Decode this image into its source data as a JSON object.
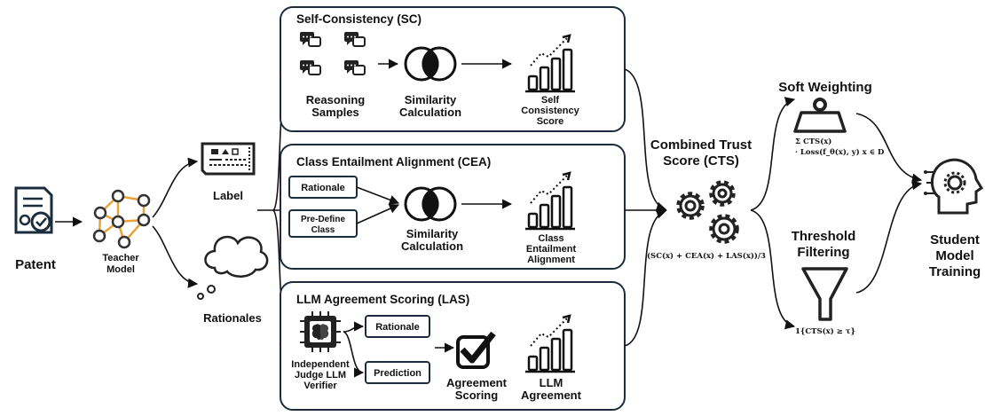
{
  "left": {
    "patent": "Patent",
    "teacher_l1": "Teacher",
    "teacher_l2": "Model",
    "label": "Label",
    "rationales": "Rationales"
  },
  "sc": {
    "title": "Self-Consistency (SC)",
    "samples_l1": "Reasoning",
    "samples_l2": "Samples",
    "sim_l1": "Similarity",
    "sim_l2": "Calculation",
    "score_l1": "Self",
    "score_l2": "Consistency",
    "score_l3": "Score"
  },
  "cea": {
    "title": "Class Entailment Alignment (CEA)",
    "rationale": "Rationale",
    "predef_l1": "Pre-Define",
    "predef_l2": "Class",
    "sim_l1": "Similarity",
    "sim_l2": "Calculation",
    "score_l1": "Class",
    "score_l2": "Entailment",
    "score_l3": "Alignment"
  },
  "las": {
    "title": "LLM Agreement Scoring (LAS)",
    "rationale": "Rationale",
    "prediction": "Prediction",
    "judge_l1": "Independent",
    "judge_l2": "Judge LLM",
    "judge_l3": "Verifier",
    "agree_l1": "Agreement",
    "agree_l2": "Scoring",
    "llm_l1": "LLM",
    "llm_l2": "Agreement"
  },
  "cts": {
    "title_l1": "Combined Trust",
    "title_l2": "Score (CTS)",
    "formula": "(SC(x) + CEA(x) + LAS(x))/3"
  },
  "soft": {
    "title": "Soft Weighting",
    "formula_l1": "Σ CTS(x)",
    "formula_l2": "· Loss(f_θ(x), y) x ∈ D"
  },
  "threshold": {
    "title_l1": "Threshold",
    "title_l2": "Filtering",
    "formula": "1{CTS(x) ≥ τ}"
  },
  "student": {
    "l1": "Student",
    "l2": "Model",
    "l3": "Training"
  },
  "colors": {
    "node_accent": "#e8a33a",
    "ink": "#111111"
  }
}
